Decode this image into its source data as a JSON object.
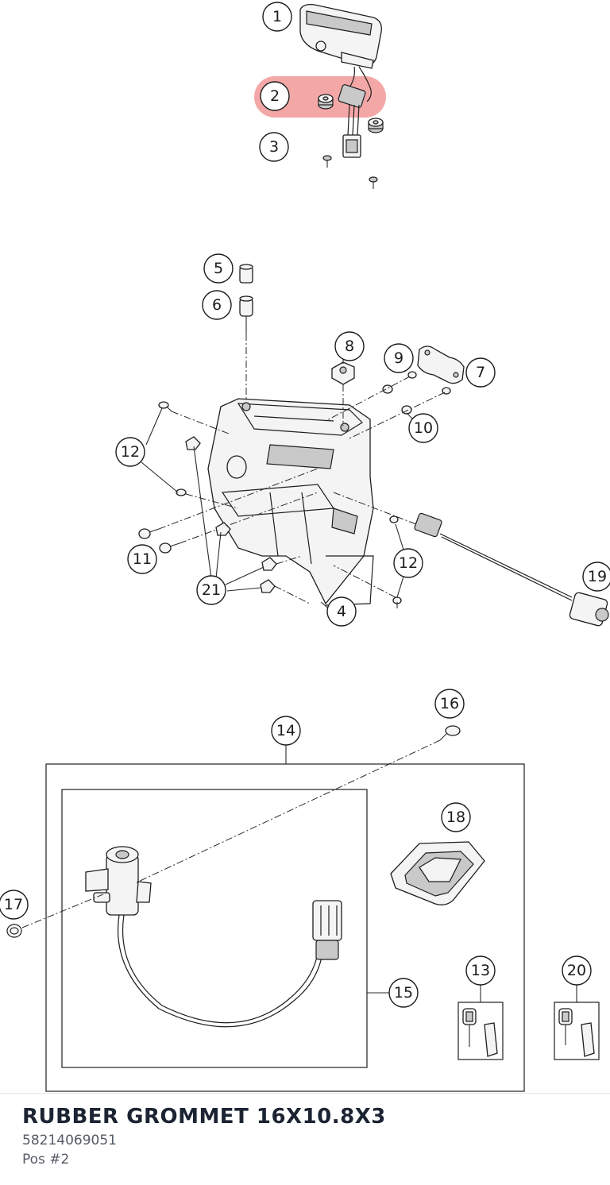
{
  "diagram": {
    "callouts": [
      "1",
      "2",
      "3",
      "4",
      "5",
      "6",
      "7",
      "8",
      "9",
      "10",
      "11",
      "12",
      "12",
      "13",
      "14",
      "15",
      "16",
      "17",
      "18",
      "19",
      "20",
      "21"
    ],
    "highlighted_callout": "2",
    "highlight_color": "#f08a8a"
  },
  "part_info": {
    "title": "RUBBER GROMMET 16X10.8X3",
    "part_number": "58214069051",
    "position": "Pos #2"
  }
}
